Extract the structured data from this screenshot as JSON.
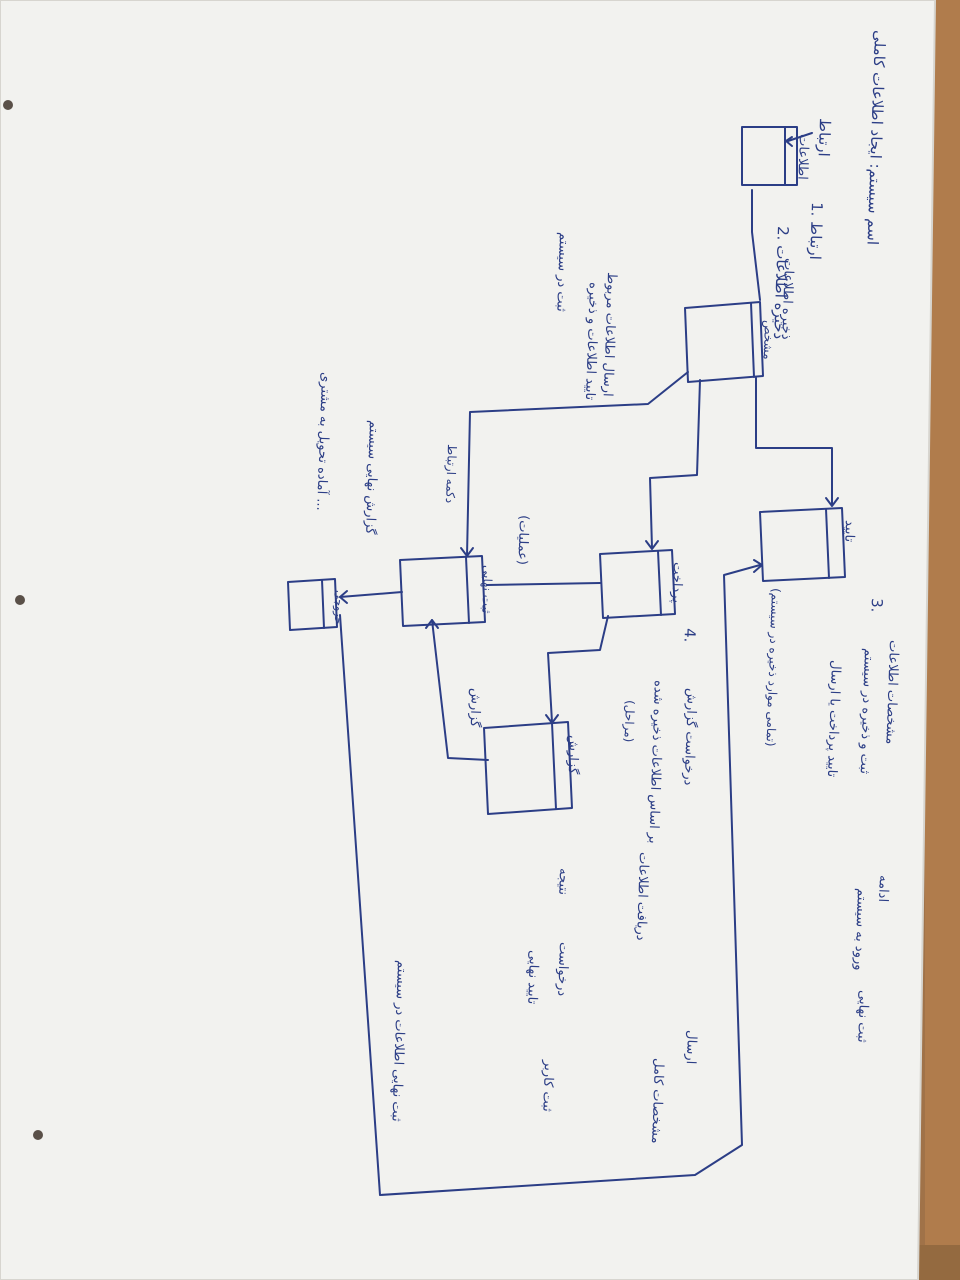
{
  "title": "اسم سیستم: ایجاد اطلاعات کاملی",
  "colors": {
    "ink": "#2c3e86",
    "paper": "#f4f4f1",
    "wood": "#a07248"
  },
  "boxes": [
    {
      "id": "box-top",
      "label": "اطلاعات"
    },
    {
      "id": "box-center",
      "label": "مشخص"
    },
    {
      "id": "box-right",
      "label": "تایید"
    },
    {
      "id": "box-middle",
      "label": "پرداخت"
    },
    {
      "id": "box-left",
      "label": "ثبت نهایی"
    },
    {
      "id": "box-bottom",
      "label": "گزارش"
    },
    {
      "id": "box-small",
      "label": "خروجی"
    }
  ],
  "labels": {
    "start": "ارتباط",
    "step1": "1. ارتباط",
    "step2": "2. ذخیره اطلاعات",
    "step3": "3.",
    "step4": "4.",
    "arrow_note": "ادامه",
    "top_middle": "ذخیره اطلاعات",
    "left_mid_a": "ارسال اطلاعات مربوط",
    "left_mid_b": "تایید اطلاعات و ذخیره",
    "left_mid_c": "ثبت در سیستم",
    "left_small": "دکمه ارتباط",
    "lower_left_a": "گزارش نهایی سیستم",
    "lower_left_b": "آماده تحویل به مشتری ...",
    "paren_note": "(عملیات)",
    "report_label": "گزارش",
    "right_a": "مشخصات اطلاعات",
    "right_b": "ثبت و ذخیره در سیستم",
    "right_c": "تایید پرداخت یا ارسال",
    "right_d": "(تمامی موارد ذخیره در سیستم)",
    "r_note1": "ورود به سیستم",
    "r_note2": "دریافت اطلاعات",
    "r_note3": "نتیجه",
    "lower_r1": "درخواست گزارش",
    "lower_r2": "بر اساس اطلاعات ذخیره شده",
    "lower_r3": "(مراحل)",
    "bottom_a": "ثبت نهایی",
    "bottom_b": "ارسال",
    "bottom_c": "مشخصات کامل",
    "bottom_d": "درخواست",
    "bottom_e": "تایید نهایی",
    "bottom_f": "ثبت کاربر",
    "bottom_g": "ثبت نهایی اطلاعات در سیستم"
  }
}
